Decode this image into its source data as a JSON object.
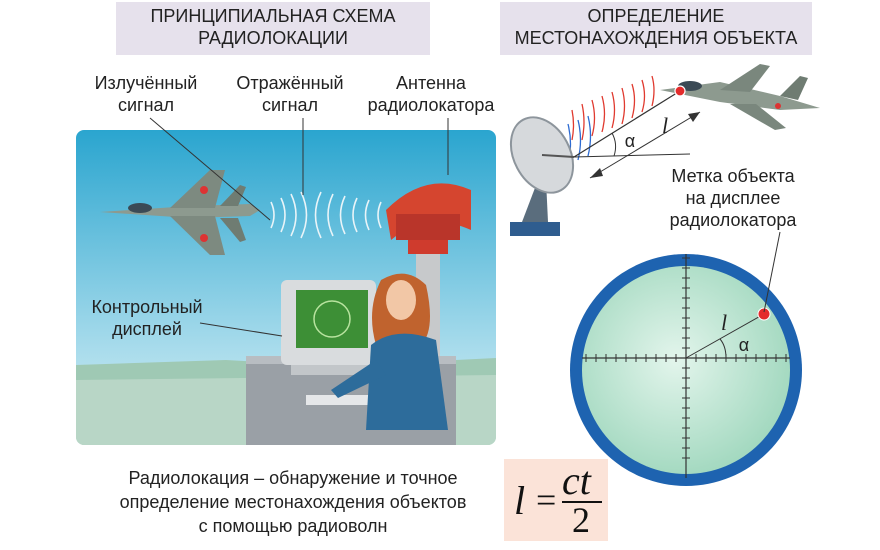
{
  "header_left": {
    "line1": "ПРИНЦИПИАЛЬНАЯ СХЕМА",
    "line2": "РАДИОЛОКАЦИИ"
  },
  "header_right": {
    "line1": "ОПРЕДЕЛЕНИЕ",
    "line2": "МЕСТОНАХОЖДЕНИЯ ОБЪЕКТА"
  },
  "labels": {
    "emitted": {
      "line1": "Излучённый",
      "line2": "сигнал"
    },
    "reflected": {
      "line1": "Отражённый",
      "line2": "сигнал"
    },
    "antenna": {
      "line1": "Антенна",
      "line2": "радиолокатора"
    },
    "display": {
      "line1": "Контрольный",
      "line2": "дисплей"
    },
    "marker": {
      "line1": "Метка объекта",
      "line2": "на дисплее",
      "line3": "радиолокатора"
    }
  },
  "symbols": {
    "distance": "l",
    "angle": "α"
  },
  "definition": {
    "line1": "Радиолокация – обнаружение и точное",
    "line2": "определение местонахождения объектов",
    "line3": "с помощью радиоволн"
  },
  "formula": {
    "lhs": "l",
    "equals": "=",
    "numerator": "ct",
    "denominator": "2"
  },
  "colors": {
    "header_bg": "#e6e1ec",
    "formula_bg": "#fbe3d8",
    "radar_ring": "#1e63b0",
    "radar_screen": "#bfe6d3",
    "target": "#e32b2b"
  }
}
